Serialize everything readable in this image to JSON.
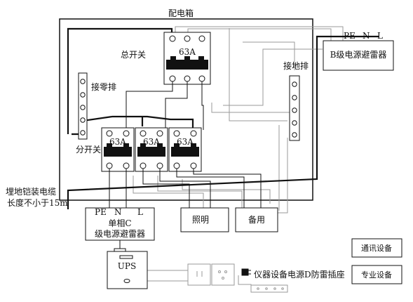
{
  "diagram": {
    "box_title": "配电箱",
    "main_switch_label": "总开关",
    "main_breaker_rating": "63A",
    "neutral_bar_label": "接零排",
    "ground_bar_label": "接地排",
    "branch_switch_label": "分开关",
    "branch_breakers": [
      {
        "rating": "63A"
      },
      {
        "rating": "63A"
      },
      {
        "rating": "63A"
      }
    ],
    "b_arrester": {
      "terminals": [
        "PE",
        "N",
        "L"
      ],
      "name": "B级电源避雷器"
    },
    "c_arrester": {
      "terminals": [
        "PE",
        "N",
        "L"
      ],
      "line1": "单相C",
      "line2": "级电源避雷器"
    },
    "cable_line1": "埋地铠装电缆",
    "cable_line2": "长度不小于15m",
    "lighting_box": "照明",
    "spare_box": "备用",
    "ups_label": "UPS",
    "d_socket_label": "仪器设备电源D防雷插座",
    "comm_equipment": "通讯设备",
    "pro_equipment": "专业设备"
  },
  "colors": {
    "line": "#111111",
    "thin_line": "#333333",
    "light_wire": "#9a9a9a",
    "breaker_handle": "#111111"
  }
}
